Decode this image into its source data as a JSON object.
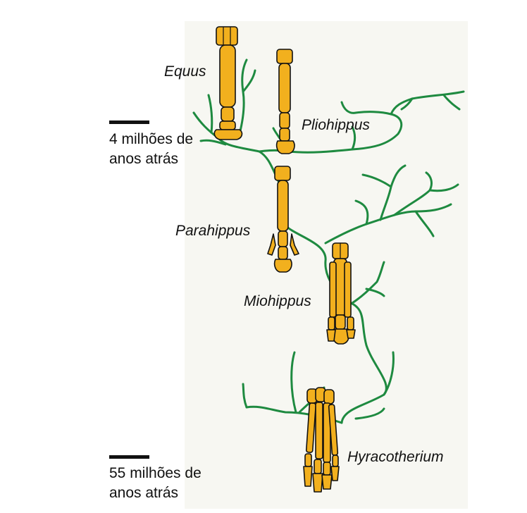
{
  "taxa": {
    "equus": "Equus",
    "pliohippus": "Pliohippus",
    "parahippus": "Parahippus",
    "miohippus": "Miohippus",
    "hyracotherium": "Hyracotherium"
  },
  "time_scale": {
    "recent": {
      "line1": "4 milhões de",
      "line2": "anos atrás"
    },
    "ancient": {
      "line1": "55 milhões de",
      "line2": "anos atrás"
    }
  },
  "colors": {
    "branch": "#1e8a40",
    "bone": "#f2b01e",
    "outline": "#111111",
    "background": "#f7f7f2"
  }
}
